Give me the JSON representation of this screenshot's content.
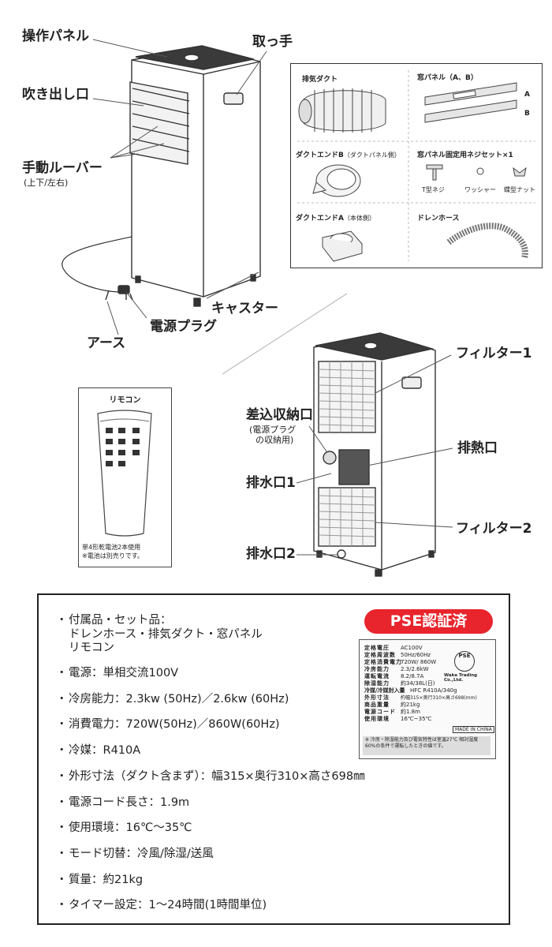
{
  "labels": {
    "panel": "操作パネル",
    "handle": "取っ手",
    "outlet": "吹き出し口",
    "louver": "手動ルーバー",
    "louver_sub": "(上下/左右)",
    "caster": "キャスター",
    "plug": "電源プラグ",
    "earth": "アース",
    "filter1": "フィルター1",
    "storage": "差込収納口",
    "storage_sub1": "(電源プラグ",
    "storage_sub2": "の収納用)",
    "exhaust_port": "排熱口",
    "drain1": "排水口1",
    "filter2": "フィルター2",
    "drain2": "排水口2"
  },
  "accessories": {
    "duct": "排気ダクト",
    "window_panel": "窓パネル（A、B）",
    "panel_a": "A",
    "panel_b": "B",
    "duct_end_b": "ダクトエンドB",
    "duct_end_b_sub": "（ダクトパネル側）",
    "screw_set": "窓パネル固定用ネジセット×1",
    "t_screw": "T型ネジ",
    "washer": "ワッシャー",
    "wing_nut": "蝶型ナット",
    "duct_end_a": "ダクトエンドA",
    "duct_end_a_sub": "（本体側）",
    "drain_hose": "ドレンホース"
  },
  "remote": {
    "title": "リモコン",
    "note1": "単4形乾電池2本使用",
    "note2": "※電池は別売りです。"
  },
  "spec": {
    "badge": "PSE認証済",
    "items": [
      "付属品・セット品：",
      "ドレンホース・排気ダクト・窓パネル",
      "リモコン",
      "電源：単相交流100V",
      "冷房能力：2.3kw (50Hz)／2.6kw (60Hz)",
      "消費電力：720W(50Hz)／860W(60Hz)",
      "冷媒：R410A",
      "外形寸法（ダクト含まず）：幅315×奥行310×高さ698㎜",
      "電源コード長さ：1.9m",
      "使用環境：16℃～35℃",
      "モード切替：冷風/除湿/送風",
      "質量：約21kg",
      "タイマー設定：1～24時間(1時間単位)"
    ],
    "plate": {
      "rows": [
        [
          "定格電圧",
          "AC100V"
        ],
        [
          "定格周波数",
          "50Hz/60Hz"
        ],
        [
          "定格消費電力",
          "720W/ 860W"
        ],
        [
          "冷房能力",
          "2.3/2.6kW"
        ],
        [
          "運転電流",
          "8.2/8.7A"
        ],
        [
          "除湿能力",
          "約34/38L(日)"
        ],
        [
          "冷媒/冷媒封入量",
          "HFC R410A/340g"
        ],
        [
          "外形寸法",
          "約幅315×奥行310×高さ698(mm)"
        ],
        [
          "商品重量",
          "約21kg"
        ],
        [
          "電源コード",
          "約1.8m"
        ],
        [
          "使用環境",
          "16℃~35℃"
        ]
      ],
      "mark": "PSE",
      "maker": "Waka Trading Co.,Ltd.",
      "origin": "MADE IN CHINA",
      "note": "※ 冷房・除湿能力及び電気特性は室温27℃ 相対湿度60%の条件で運転したときの値です。"
    }
  }
}
